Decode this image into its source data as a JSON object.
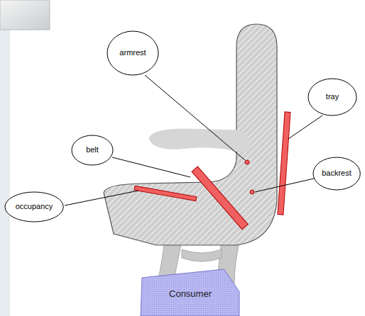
{
  "diagram": {
    "nodes": [
      {
        "text": [
          "armrest"
        ]
      },
      {
        "text": [
          "tray"
        ]
      },
      {
        "text": [
          "belt"
        ]
      },
      {
        "text": [
          "backrest"
        ]
      },
      {
        "text": [
          "occupancy"
        ]
      },
      {
        "text": [
          "Consumer"
        ]
      }
    ]
  }
}
